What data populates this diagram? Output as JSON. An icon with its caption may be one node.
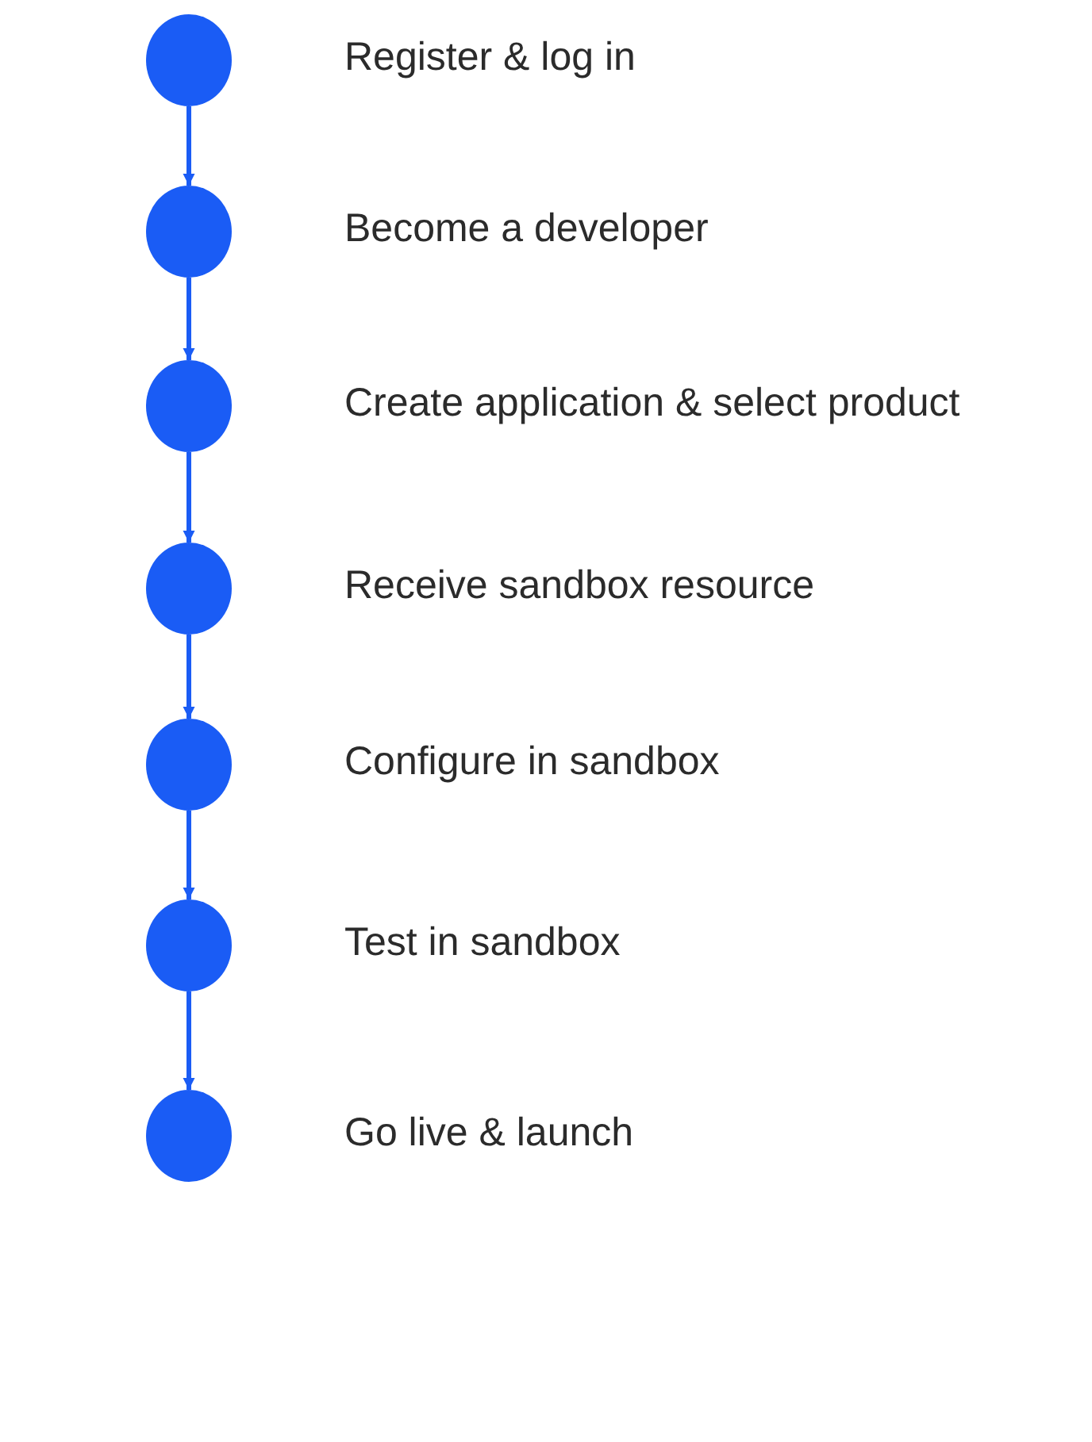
{
  "diagram": {
    "nodes": [
      {
        "text": [],
        "shape": "circle",
        "beside": [
          "Register & log in"
        ]
      },
      {
        "text": [],
        "shape": "circle",
        "beside": [
          "Become a developer"
        ]
      },
      {
        "text": [],
        "shape": "circle",
        "beside": [
          "Create application & select product"
        ]
      },
      {
        "text": [],
        "shape": "circle",
        "beside": [
          "Receive sandbox resource"
        ]
      },
      {
        "text": [],
        "shape": "circle",
        "beside": [
          "Configure in sandbox"
        ]
      },
      {
        "text": [],
        "shape": "circle",
        "beside": [
          "Test in sandbox"
        ]
      },
      {
        "text": [],
        "shape": "circle",
        "beside": [
          "Go live & launch"
        ]
      }
    ],
    "edges": [
      {
        "from": 0,
        "to": 1,
        "arrow": "to"
      },
      {
        "from": 1,
        "to": 2,
        "arrow": "to"
      },
      {
        "from": 2,
        "to": 3,
        "arrow": "to"
      },
      {
        "from": 3,
        "to": 4,
        "arrow": "to"
      },
      {
        "from": 4,
        "to": 5,
        "arrow": "to"
      },
      {
        "from": 5,
        "to": 6,
        "arrow": "to"
      }
    ]
  }
}
